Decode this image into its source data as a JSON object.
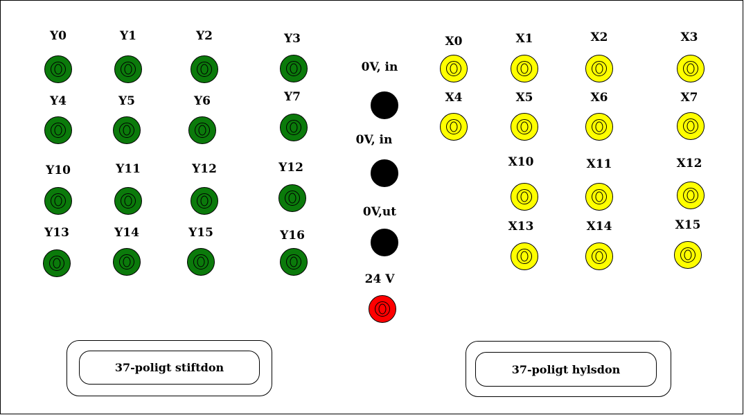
{
  "colors": {
    "output_jack": "#0b7a0b",
    "input_jack": "#ffff00",
    "power_jack": "#ff0000",
    "ground_jack": "#000000"
  },
  "outputs": [
    "Y0",
    "Y1",
    "Y2",
    "Y3",
    "Y4",
    "Y5",
    "Y6",
    "Y7",
    "Y10",
    "Y11",
    "Y12",
    "Y12",
    "Y13",
    "Y14",
    "Y15",
    "Y16"
  ],
  "inputs": [
    "X0",
    "X1",
    "X2",
    "X3",
    "X4",
    "X5",
    "X6",
    "X7",
    "X10",
    "X11",
    "X12",
    "X13",
    "X14",
    "X15"
  ],
  "center": [
    "0V, in",
    "0V, in",
    "0V,ut",
    "24 V"
  ],
  "connectors": {
    "left": "37-poligt stiftdon",
    "right": "37-poligt hylsdon"
  }
}
